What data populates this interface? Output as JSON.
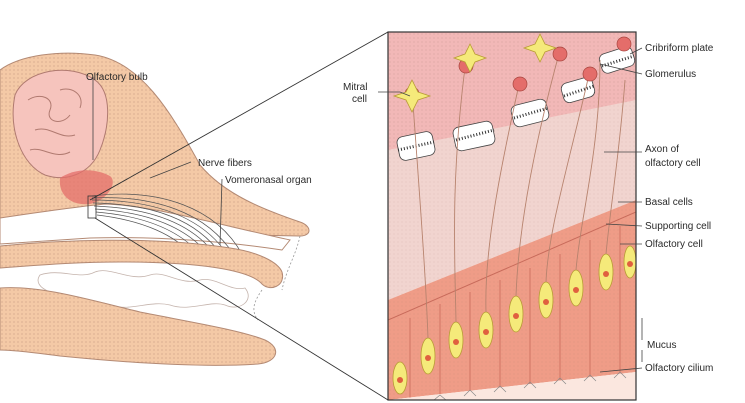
{
  "labels": {
    "olfactory_bulb": "Olfactory bulb",
    "nerve_fibers": "Nerve fibers",
    "vomeronasal_organ": "Vomeronasal organ",
    "mitral_cell_line1": "Mitral",
    "mitral_cell_line2": "cell",
    "cribriform_plate": "Cribriform plate",
    "glomerulus": "Glomerulus",
    "axon_line1": "Axon of",
    "axon_line2": "olfactory cell",
    "basal_cells": "Basal cells",
    "supporting_cell": "Supporting cell",
    "olfactory_cell": "Olfactory cell",
    "mucus": "Mucus",
    "olfactory_cilium": "Olfactory cilium"
  },
  "colors": {
    "skin": "#f4c9a6",
    "skin_dark": "#e9a983",
    "bulb": "#f6c4bd",
    "bulb_red": "#e46d6a",
    "brain_layer": "#f2b8b7",
    "axon_layer": "#f1d4cf",
    "epithelium": "#ef9c87",
    "olfactory_cell": "#f5ea7a",
    "mucus": "#fbe7df",
    "bone": "#ffffff",
    "line": "#666666"
  }
}
